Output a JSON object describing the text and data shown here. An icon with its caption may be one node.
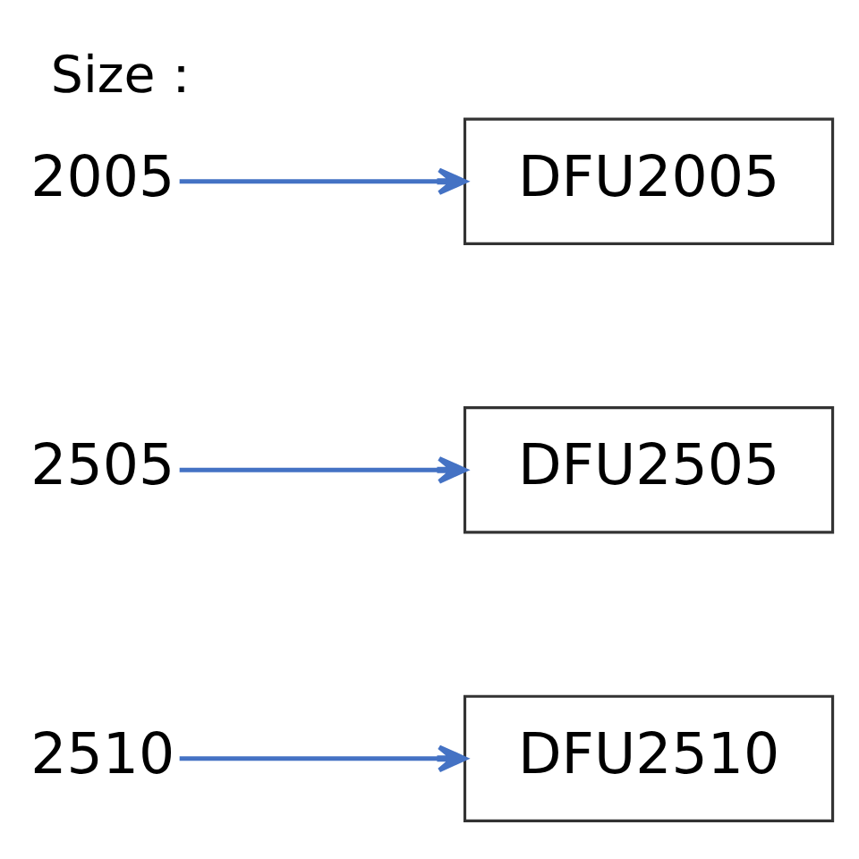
{
  "diagram": {
    "title": "Size：",
    "nodes": [
      {
        "text": [
          "2005"
        ]
      },
      {
        "text": [
          "DFU2005"
        ]
      },
      {
        "text": [
          "2505"
        ]
      },
      {
        "text": [
          "DFU2505"
        ]
      },
      {
        "text": [
          "2510"
        ]
      },
      {
        "text": [
          "DFU2510"
        ]
      }
    ],
    "edges": [
      {
        "from": 0,
        "to": 1,
        "arrow": "to"
      },
      {
        "from": 2,
        "to": 3,
        "arrow": "to"
      },
      {
        "from": 4,
        "to": 5,
        "arrow": "to"
      }
    ]
  }
}
